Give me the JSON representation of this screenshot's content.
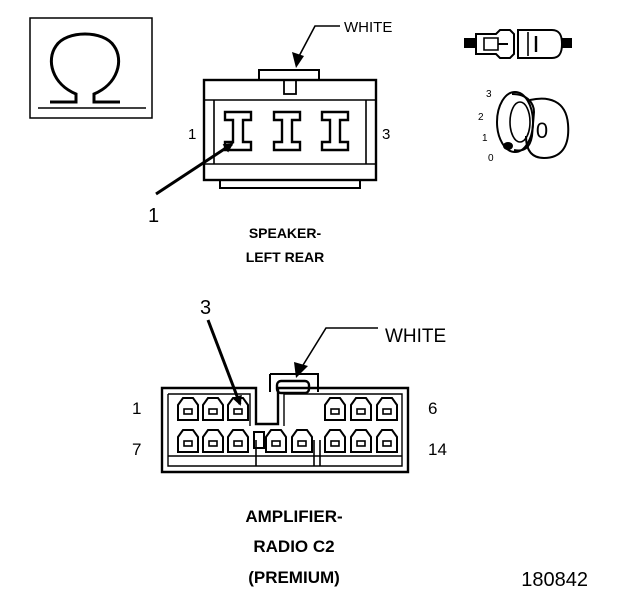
{
  "figure_id": "180842",
  "icons": {
    "ohm": "ohm-symbol-icon",
    "connector": "connector-mating-icon",
    "ignition": "ignition-key-icon"
  },
  "ignition_positions": [
    "3",
    "2",
    "1",
    "0"
  ],
  "ignition_key_label": "0",
  "speaker_connector": {
    "color_label": "WHITE",
    "pin_left": "1",
    "pin_right": "3",
    "callout": "1",
    "caption_line1": "SPEAKER-",
    "caption_line2": "LEFT REAR"
  },
  "amplifier_connector": {
    "callout": "3",
    "color_label": "WHITE",
    "pin_top_left": "1",
    "pin_top_right": "6",
    "pin_bottom_left": "7",
    "pin_bottom_right": "14",
    "caption_line1": "AMPLIFIER-",
    "caption_line2": "RADIO C2",
    "caption_line3": "(PREMIUM)"
  }
}
